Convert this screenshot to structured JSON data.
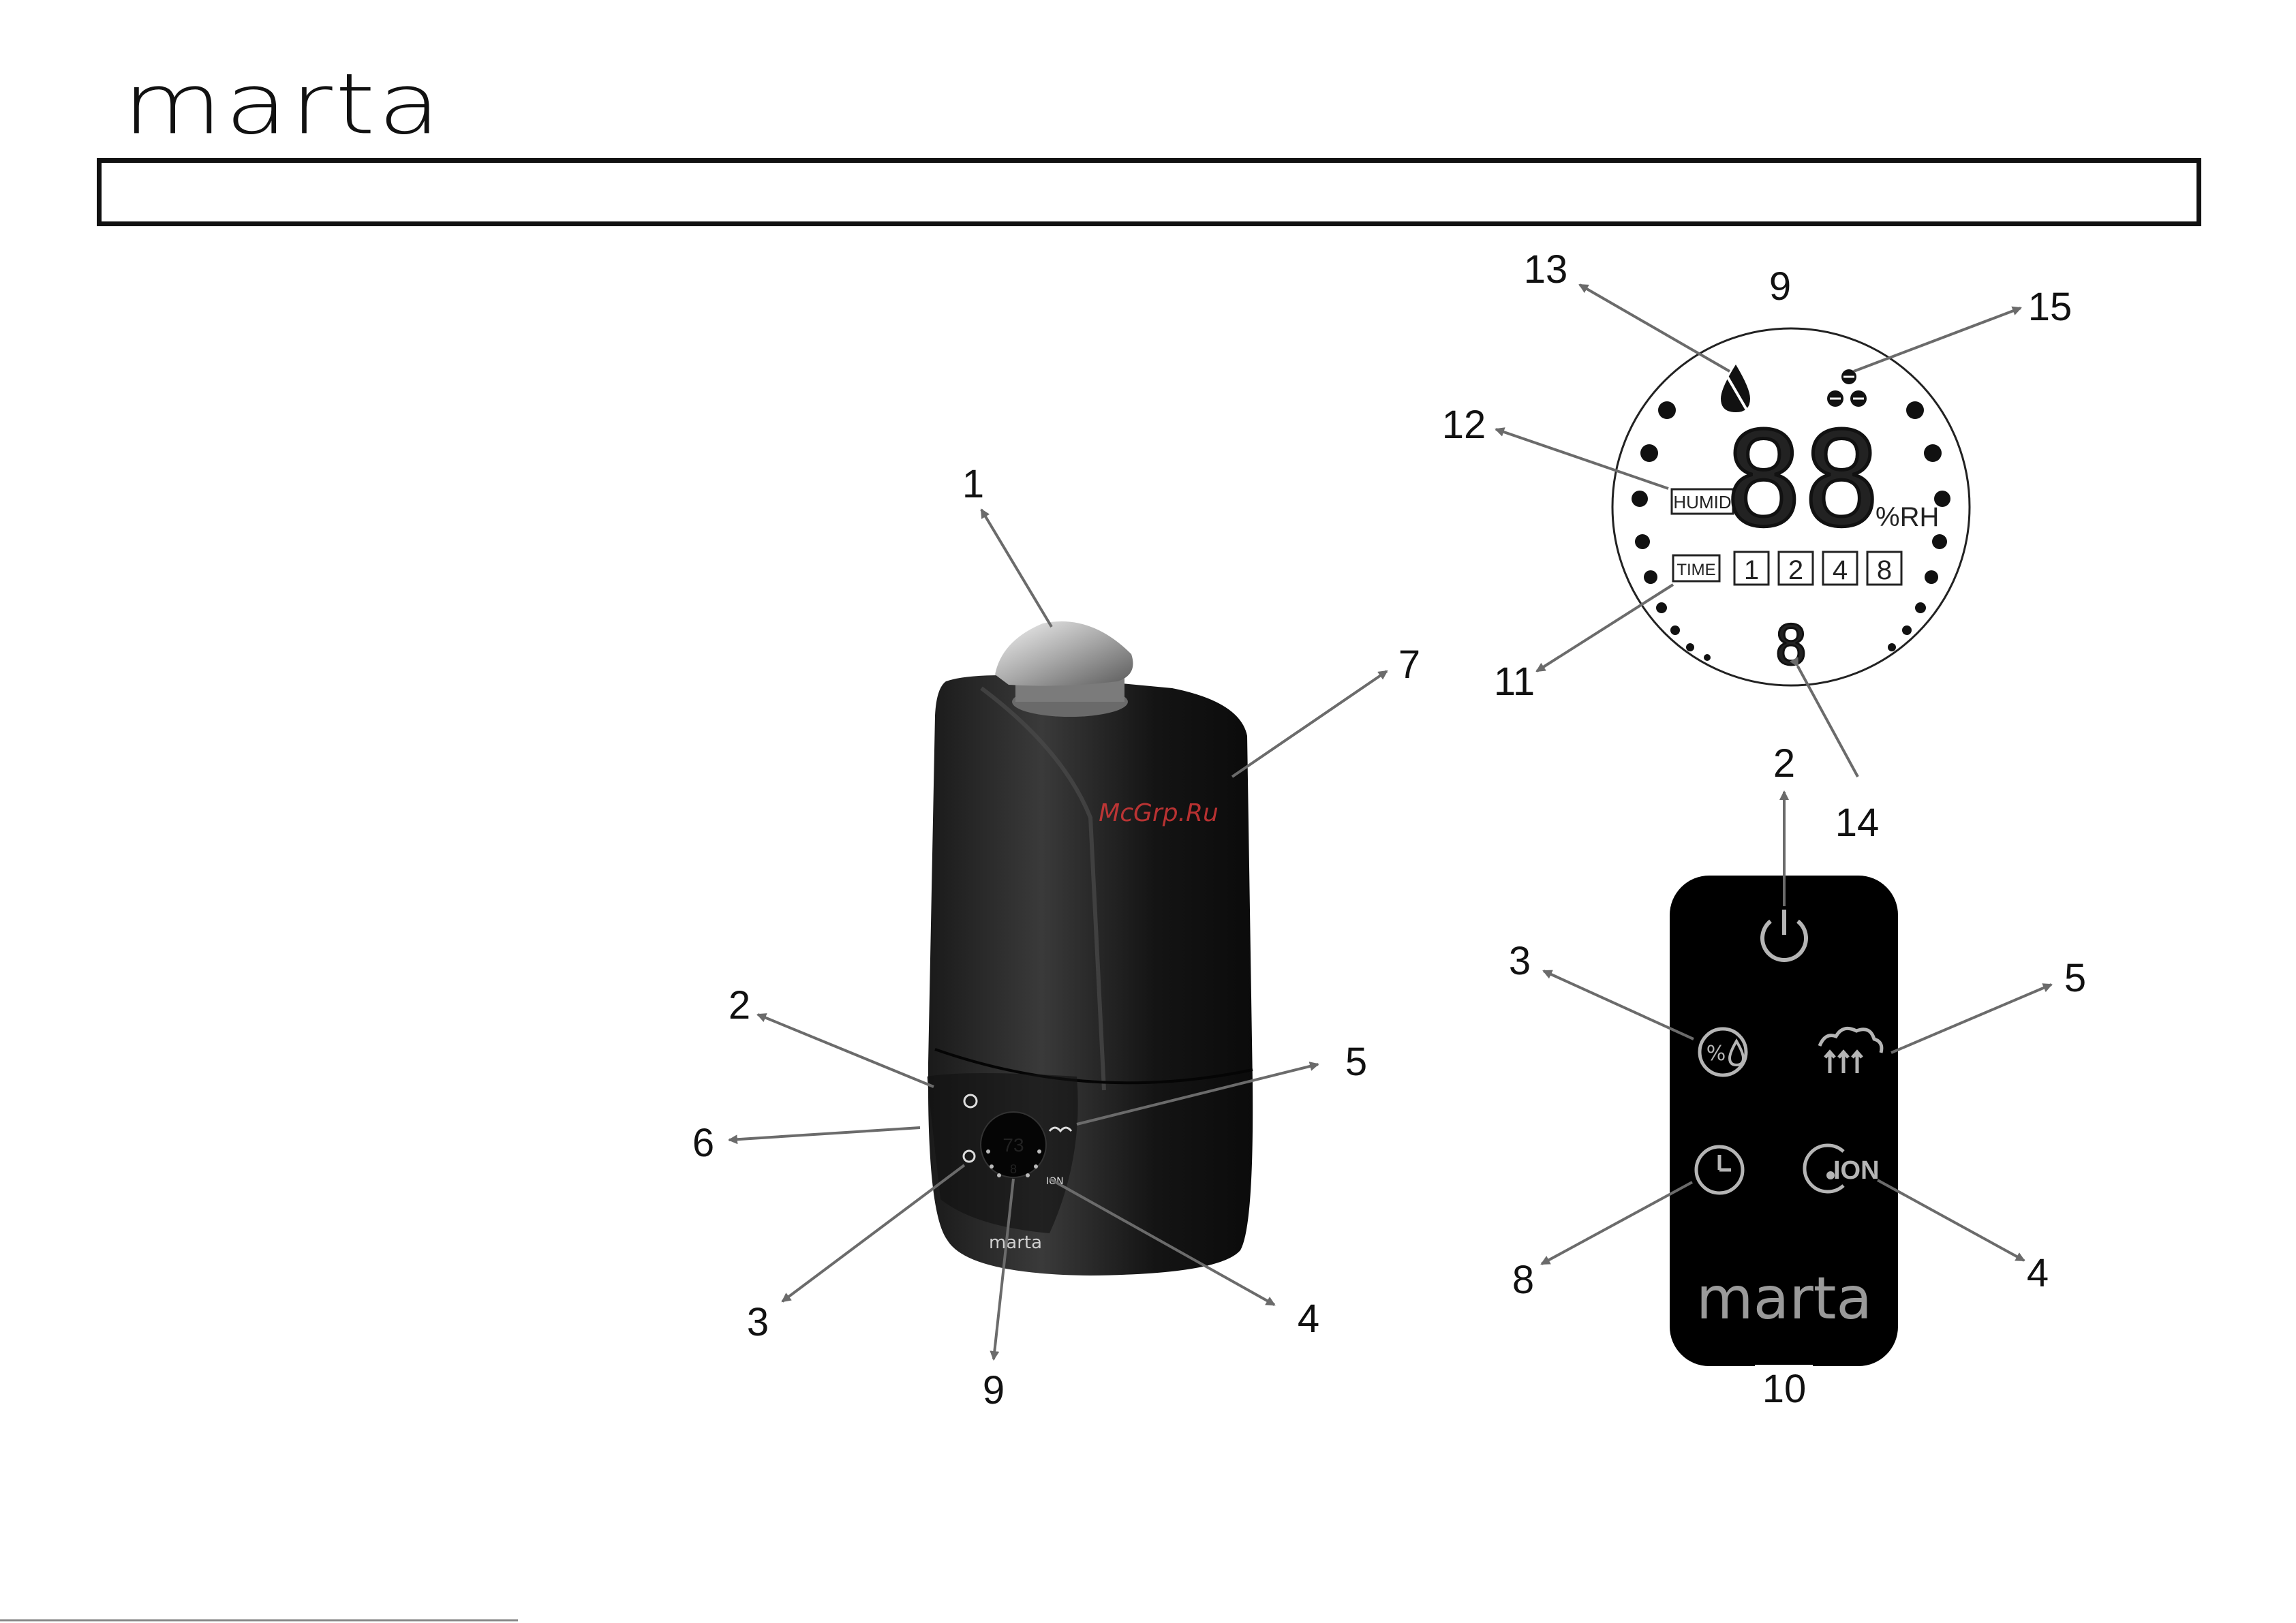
{
  "header": {
    "brand": "marta"
  },
  "watermark": "McGrp.Ru",
  "humidifier": {
    "brand_mark": "marta",
    "mini_display": {
      "digits": "73",
      "small_digit": "8"
    }
  },
  "lcd": {
    "humid_label": "HUMID",
    "main_digits": "88",
    "unit": "%RH",
    "time_label": "TIME",
    "timer_options": [
      "1",
      "2",
      "4",
      "8"
    ],
    "bottom_digit": "8"
  },
  "remote": {
    "brand": "marta",
    "buttons": [
      {
        "name": "power",
        "icon": "power-icon"
      },
      {
        "name": "humidity-mode",
        "icon": "percent-drop-icon"
      },
      {
        "name": "mist-level",
        "icon": "mist-cloud-icon"
      },
      {
        "name": "timer",
        "icon": "clock-icon"
      },
      {
        "name": "ionizer",
        "icon": "ion-icon",
        "label": "ION"
      }
    ]
  },
  "callouts": {
    "unit": [
      "1",
      "7",
      "2",
      "6",
      "5",
      "3",
      "4",
      "9"
    ],
    "lcd": [
      "9",
      "13",
      "15",
      "12",
      "11",
      "14"
    ],
    "remote": [
      "2",
      "3",
      "5",
      "8",
      "4",
      "10"
    ]
  }
}
